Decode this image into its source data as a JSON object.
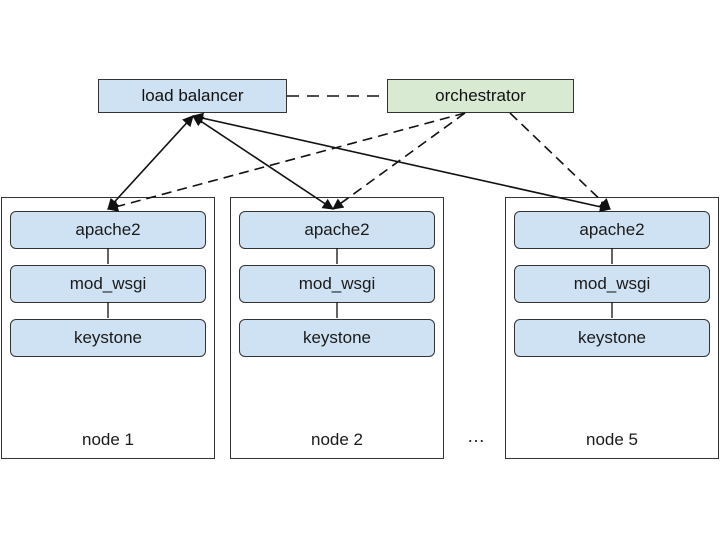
{
  "load_balancer": {
    "label": "load balancer",
    "color": "#cfe2f3"
  },
  "orchestrator": {
    "label": "orchestrator",
    "color": "#d9ead3"
  },
  "nodes": [
    {
      "label": "node 1",
      "components": [
        "apache2",
        "mod_wsgi",
        "keystone"
      ]
    },
    {
      "label": "node 2",
      "components": [
        "apache2",
        "mod_wsgi",
        "keystone"
      ]
    },
    {
      "label": "node 5",
      "components": [
        "apache2",
        "mod_wsgi",
        "keystone"
      ]
    }
  ],
  "ellipsis": "…",
  "component_color": "#cfe2f3"
}
